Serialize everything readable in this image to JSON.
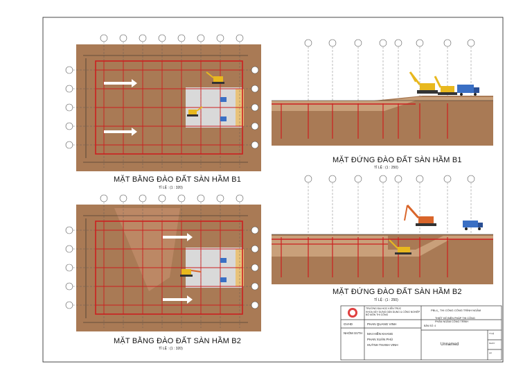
{
  "drawings": {
    "plan_b1": {
      "title": "MẶT BẰNG ĐÀO ĐẤT SÀN HẦM B1",
      "scale": "TỈ LỆ : (1 : 320)"
    },
    "plan_b2": {
      "title": "MẶT BẰNG ĐÀO ĐẤT SÀN HẦM B2",
      "scale": "TỈ LỆ : (1 : 320)"
    },
    "elev_b1": {
      "title": "MẶT ĐỨNG ĐÀO ĐẤT SÀN HẦM B1",
      "scale": "TỈ LỆ : (1 : 250)"
    },
    "elev_b2": {
      "title": "MẶT ĐỨNG  ĐÀO ĐẤT SÀN HẦM B2",
      "scale": "TỈ LỆ : (1 : 250)"
    }
  },
  "title_block": {
    "school": "TRƯỜNG ĐẠI HỌC KIẾN TRÚC",
    "faculty": "KHOA XÂY DỰNG DÂN DỤNG & CÔNG NGHIỆP",
    "department": "BỘ MÔN THI CÔNG",
    "course": "PBL4_ THI CÔNG CÔNG TRÌNH NGẦM",
    "project": "THIẾT KẾ BIỆN PHÁP THI CÔNG",
    "project_sub": "PHẦN NGẦM CÔNG TRÌNH",
    "drawing_no": "BẢN SỐ: 4",
    "gvhd_label": "GVHD",
    "gvhd_name": "PHAN QUANG VINH",
    "group_label": "NHÓM SVTH",
    "members": [
      "MAI HIỀN KHANG",
      "PHAN XUÂN PHÚ",
      "HUỲNH THANH VINH"
    ],
    "sheet_name": "Unnamed",
    "right_labels": [
      "TỈ LỆ",
      "NGÀY",
      "A3"
    ]
  },
  "colors": {
    "soil": "#a97a55",
    "soil_dark": "#8a5a3a",
    "grid_red": "#cc1f1f",
    "axis_gray": "#555555",
    "excavator": "#e8b81e",
    "pile": "#3a6fc4",
    "light_zone": "#d9d9d9"
  }
}
